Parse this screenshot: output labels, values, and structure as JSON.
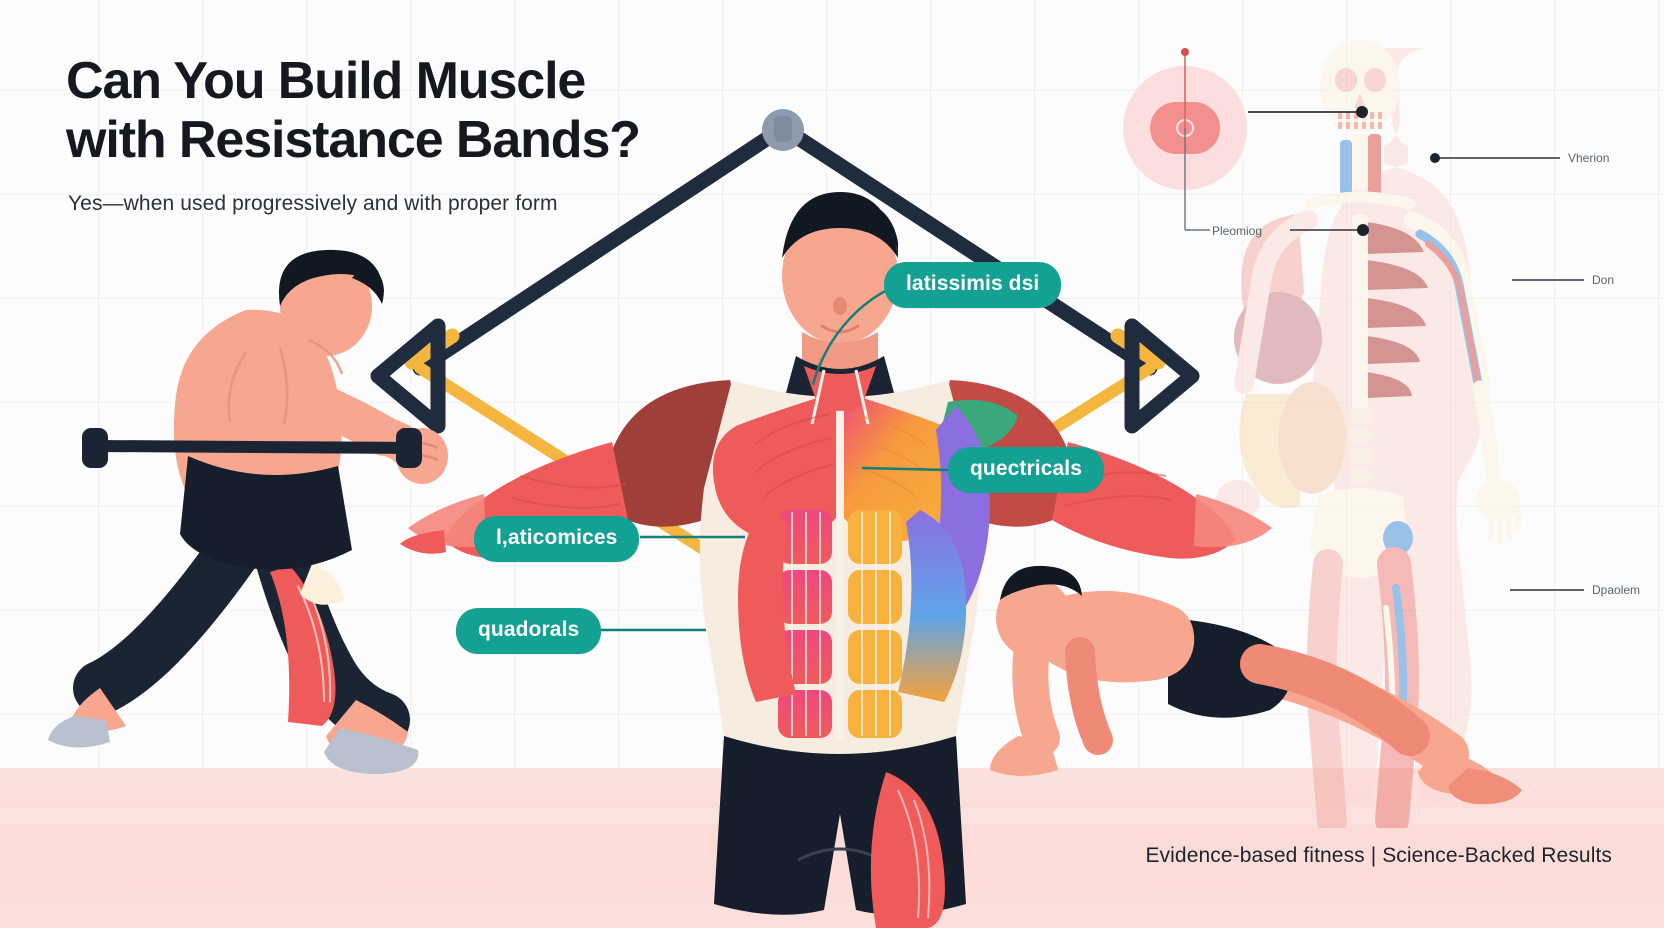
{
  "headline": {
    "line1": "Can You Build Muscle",
    "line2": "with Resistance Bands?",
    "subtitle": "Yes—when used progressively and with proper form"
  },
  "footer": {
    "text": "Evidence-based fitness | Science-Backed Results"
  },
  "muscle_labels": [
    {
      "id": "latissimus",
      "text": "latissimis dsi"
    },
    {
      "id": "pectorals",
      "text": "quectricals"
    },
    {
      "id": "abdominals",
      "text": "l,aticomices"
    },
    {
      "id": "quadriceps",
      "text": "quadorals"
    }
  ],
  "anatomy_callouts": [
    {
      "id": "callout-neck",
      "text": "Vherion"
    },
    {
      "id": "callout-arm",
      "text": "Don"
    },
    {
      "id": "callout-chest",
      "text": "Pleomiog"
    },
    {
      "id": "callout-leg",
      "text": "Dpaolem"
    }
  ],
  "colors": {
    "accent_teal": "#13a193",
    "band_yellow": "#f5b63f",
    "band_navy": "#1e2c3e",
    "skin": "#f8a48b",
    "muscle_red": "#ef5b5b",
    "apparel_navy": "#1b2433",
    "floor_pink": "#fbe0dc",
    "headline_ink": "#15191f"
  },
  "figures": [
    {
      "id": "figure-row",
      "name": "man performing resistance band row"
    },
    {
      "id": "figure-anatomy",
      "name": "anatomical muscle diagram figure"
    },
    {
      "id": "figure-plank",
      "name": "man performing plank"
    },
    {
      "id": "figure-skeleton",
      "name": "faded anatomical reference diagram"
    }
  ]
}
